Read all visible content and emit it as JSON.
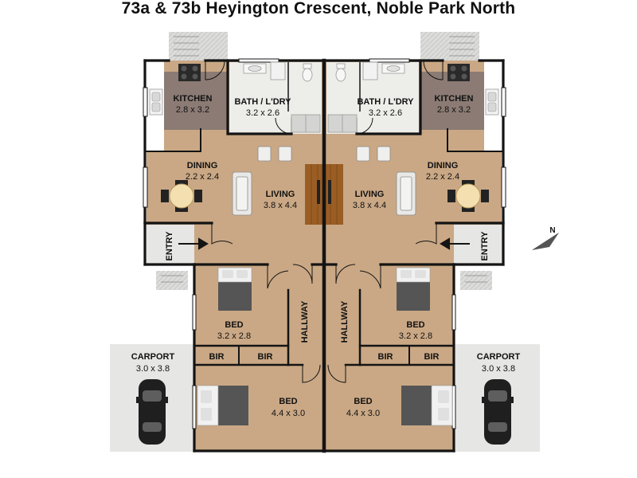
{
  "title": "73a & 73b Heyington Crescent, Noble Park North",
  "colors": {
    "floor": "#caa885",
    "kitchen_floor": "#8b7b74",
    "wet_floor": "#ededea",
    "outdoor": "#e6e6e4",
    "wall": "#141414",
    "feature_floor": "#9a5d24"
  },
  "rooms": [
    {
      "id": "kitchen-a",
      "name": "KITCHEN",
      "size": "2.8 x 3.2"
    },
    {
      "id": "bath-a",
      "name": "BATH / L'DRY",
      "size": "3.2 x 2.6"
    },
    {
      "id": "bath-b",
      "name": "BATH / L'DRY",
      "size": "3.2 x 2.6"
    },
    {
      "id": "kitchen-b",
      "name": "KITCHEN",
      "size": "2.8 x 3.2"
    },
    {
      "id": "dining-a",
      "name": "DINING",
      "size": "2.2 x 2.4"
    },
    {
      "id": "living-a",
      "name": "LIVING",
      "size": "3.8 x 4.4"
    },
    {
      "id": "living-b",
      "name": "LIVING",
      "size": "3.8 x 4.4"
    },
    {
      "id": "dining-b",
      "name": "DINING",
      "size": "2.2 x 2.4"
    },
    {
      "id": "entry-a",
      "name": "ENTRY",
      "size": ""
    },
    {
      "id": "entry-b",
      "name": "ENTRY",
      "size": ""
    },
    {
      "id": "bed1-a",
      "name": "BED",
      "size": "3.2 x 2.8"
    },
    {
      "id": "bed1-b",
      "name": "BED",
      "size": "3.2 x 2.8"
    },
    {
      "id": "hallway-a",
      "name": "HALLWAY",
      "size": ""
    },
    {
      "id": "hallway-b",
      "name": "HALLWAY",
      "size": ""
    },
    {
      "id": "bir-a1",
      "name": "BIR",
      "size": ""
    },
    {
      "id": "bir-a2",
      "name": "BIR",
      "size": ""
    },
    {
      "id": "bir-b1",
      "name": "BIR",
      "size": ""
    },
    {
      "id": "bir-b2",
      "name": "BIR",
      "size": ""
    },
    {
      "id": "carport-a",
      "name": "CARPORT",
      "size": "3.0 x 3.8"
    },
    {
      "id": "carport-b",
      "name": "CARPORT",
      "size": "3.0 x 3.8"
    },
    {
      "id": "bed2-a",
      "name": "BED",
      "size": "4.4 x 3.0"
    },
    {
      "id": "bed2-b",
      "name": "BED",
      "size": "4.4 x 3.0"
    }
  ],
  "compass": {
    "label": "N",
    "icon": "north-arrow-icon"
  }
}
